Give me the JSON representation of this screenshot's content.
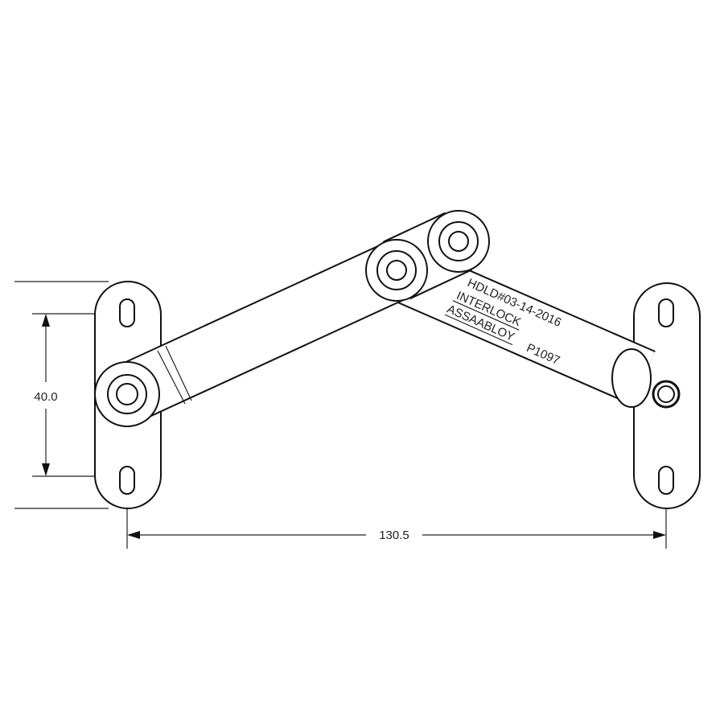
{
  "dimensions": {
    "height_label": "40.0",
    "width_label": "130.5"
  },
  "engraving": {
    "line1": "HDLD#03-14-2016",
    "line2": "INTERLOCK",
    "line3": "ASSAABLOY",
    "part": "P1097"
  },
  "colors": {
    "ink": "#111111",
    "paper": "#ffffff"
  }
}
